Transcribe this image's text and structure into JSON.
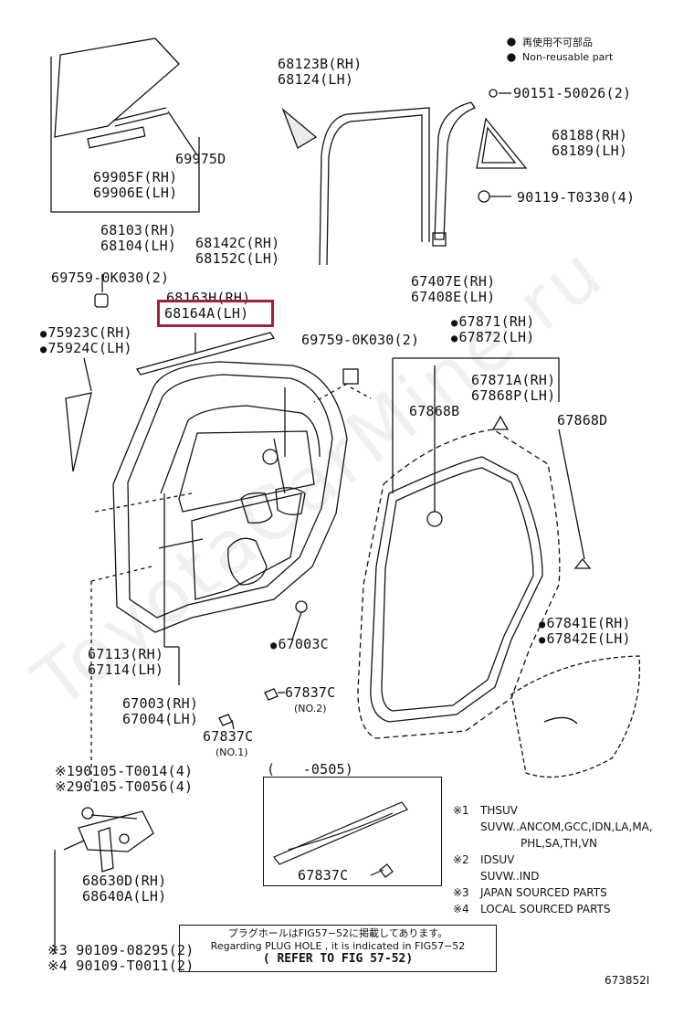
{
  "legend_top": {
    "jp": "再使用不可部品",
    "en": "Non-reusable part"
  },
  "parts": {
    "p68123": [
      "68123B(RH)",
      "68124(LH)"
    ],
    "p90151": "90151-50026(2)",
    "p68188": [
      "68188(RH)",
      "68189(LH)"
    ],
    "p90119": "90119-T0330(4)",
    "p69975": "69975D",
    "p69905": [
      "69905F(RH)",
      "69906E(LH)"
    ],
    "p68103": [
      "68103(RH)",
      "68104(LH)"
    ],
    "p68142": [
      "68142C(RH)",
      "68152C(LH)"
    ],
    "p69759a": "69759-0K030(2)",
    "p68163": [
      "68163H(RH)",
      "68164A(LH)"
    ],
    "p75923": [
      "75923C(RH)",
      "75924C(LH)"
    ],
    "p67407": [
      "67407E(RH)",
      "67408E(LH)"
    ],
    "p67871": [
      "67871(RH)",
      "67872(LH)"
    ],
    "p69759b": "69759-0K030(2)",
    "p67871a": [
      "67871A(RH)",
      "67868P(LH)"
    ],
    "p67868b": "67868B",
    "p67868d": "67868D",
    "p67841": [
      "67841E(RH)",
      "67842E(LH)"
    ],
    "p67003c": "67003C",
    "p67113": [
      "67113(RH)",
      "67114(LH)"
    ],
    "p67837no2": "67837C",
    "no2": "(NO.2)",
    "p67003": [
      "67003(RH)",
      "67004(LH)"
    ],
    "p67837no1": "67837C",
    "no1": "(NO.1)",
    "p90105": [
      "※190105-T0014(4)",
      "※290105-T0056(4)"
    ],
    "p68630": [
      "68630D(RH)",
      "68640A(LH)"
    ],
    "p90109": [
      "※3 90109-08295(2)",
      "※4 90109-T0011(2)"
    ],
    "inset_range": "(　　-0505)",
    "inset_part": "67837C"
  },
  "notes_legend": [
    [
      "※1",
      "THSUV"
    ],
    [
      "",
      "SUVW..ANCOM,GCC,IDN,LA,MA,"
    ],
    [
      "",
      "PHL,SA,TH,VN"
    ],
    [
      "※2",
      "IDSUV"
    ],
    [
      "",
      "SUVW..IND"
    ],
    [
      "※3",
      "JAPAN SOURCED PARTS"
    ],
    [
      "※4",
      "LOCAL SOURCED PARTS"
    ]
  ],
  "note_box": {
    "jp": "プラグホールはFIG57−52に掲載してあります。",
    "en": "Regarding PLUG HOLE , it is indicated in FIG57−52",
    "ref": "( REFER TO FIG 57-52)"
  },
  "figure_id": "673852I",
  "watermark": "ToyotaCarMine.ru",
  "highlight_color": "#a1203a"
}
